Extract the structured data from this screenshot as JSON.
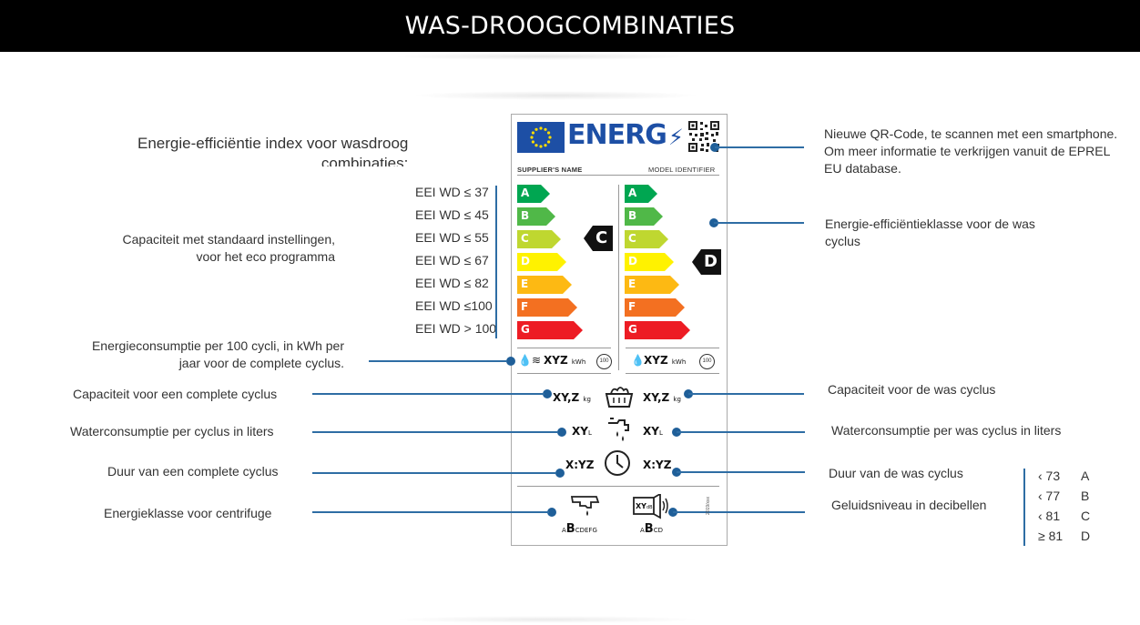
{
  "header": {
    "title": "WAS-DROOGCOMBINATIES"
  },
  "left_title": {
    "line1": "Energie-efficiëntie index voor wasdroog",
    "line2": "combinaties:"
  },
  "eei_thresholds": [
    "EEI WD ≤ 37",
    "EEI WD ≤ 45",
    "EEI WD ≤ 55",
    "EEI WD ≤ 67",
    "EEI WD ≤ 82",
    "EEI WD ≤100",
    "EEI WD > 100"
  ],
  "left_labels": {
    "capacity_std": {
      "line1": "Capaciteit met standaard instellingen,",
      "line2": "voor het eco programma"
    },
    "energy_consumption": {
      "line1": "Energieconsumptie per 100 cycli, in kWh per",
      "line2": "jaar voor de complete cyclus."
    },
    "capacity_complete": "Capaciteit voor een complete cyclus",
    "water_complete": "Waterconsumptie per cyclus in liters",
    "duration_complete": "Duur van een complete cyclus",
    "spin_class": "Energieklasse voor centrifuge"
  },
  "right_labels": {
    "qr": {
      "line1": "Nieuwe QR-Code, te scannen met een smartphone.",
      "line2": "Om meer informatie te verkrijgen vanuit de EPREL",
      "line3": "EU database."
    },
    "energy_class_wash": {
      "line1": "Energie-efficiëntieklasse voor de was",
      "line2": "cyclus"
    },
    "capacity_wash": "Capaciteit voor de was cyclus",
    "water_wash": "Waterconsumptie per was cyclus in liters",
    "duration_wash": "Duur van de was cyclus",
    "noise": "Geluidsniveau in decibellen"
  },
  "noise_scale": [
    {
      "threshold": "‹ 73",
      "class": "A"
    },
    {
      "threshold": "‹ 77",
      "class": "B"
    },
    {
      "threshold": "‹ 81",
      "class": "C"
    },
    {
      "threshold": "≥ 81",
      "class": "D"
    }
  ],
  "label_card": {
    "energy_word": "ENERG",
    "supplier": "SUPPLIER'S NAME",
    "model": "MODEL IDENTIFIER",
    "classes": [
      "A",
      "B",
      "C",
      "D",
      "E",
      "F",
      "G"
    ],
    "left_indicator": "C",
    "right_indicator": "D",
    "kwh_left": "XYZ",
    "kwh_right": "XYZ",
    "kwh_unit": "kWh",
    "cap_left": "XY,Z",
    "cap_right": "XY,Z",
    "cap_unit": "kg",
    "water_left": "XY",
    "water_right": "XY",
    "water_unit": "L",
    "dur_left": "X:YZ",
    "dur_right": "X:YZ",
    "spin_a": "A",
    "spin_b": "B",
    "spin_rest": "CDEFG",
    "noise_a": "A",
    "noise_b": "B",
    "noise_rest": "CD",
    "noise_xy": "XY",
    "noise_db": "dB",
    "regulation": "2019/xxx",
    "cycle_badge": "100"
  },
  "colors": {
    "A": "#00a651",
    "B": "#50b848",
    "C": "#bfd730",
    "D": "#fff200",
    "E": "#fdb913",
    "F": "#f37021",
    "G": "#ed1c24",
    "line": "#2e6da4",
    "eu_blue": "#1d4fa5"
  }
}
